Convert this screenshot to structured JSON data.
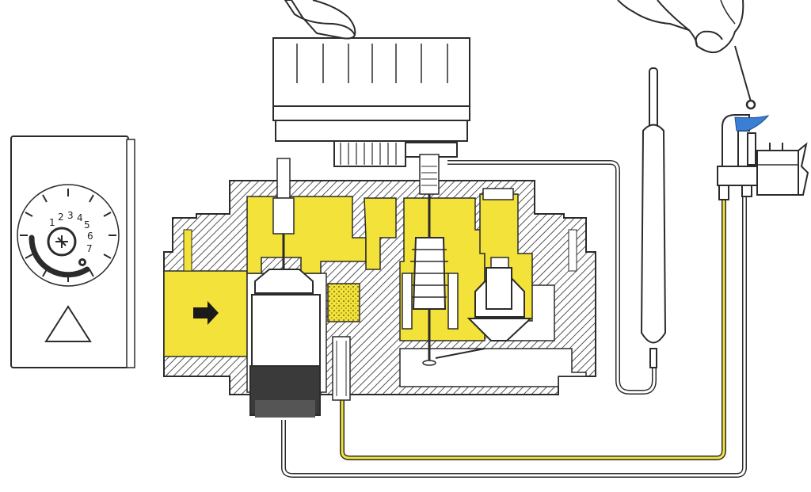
{
  "control_panel": {
    "dial_numbers": [
      "1",
      "2",
      "3",
      "4",
      "5",
      "6",
      "7"
    ],
    "symbols": [
      "pilot-flame-icon",
      "star-icon",
      "warning-triangle-icon"
    ]
  },
  "colors": {
    "gas_fill": "#f2e23a",
    "outline": "#2b2b2b",
    "hatch": "#555555",
    "flame": "#3a7fd4",
    "dark_valve": "#3a3a3a",
    "background": "#ffffff"
  },
  "icons": [
    "hand-left-icon",
    "hand-right-icon",
    "flow-arrow-icon",
    "igniter-icon",
    "pilot-burner-icon",
    "thermocouple-bulb-icon"
  ]
}
